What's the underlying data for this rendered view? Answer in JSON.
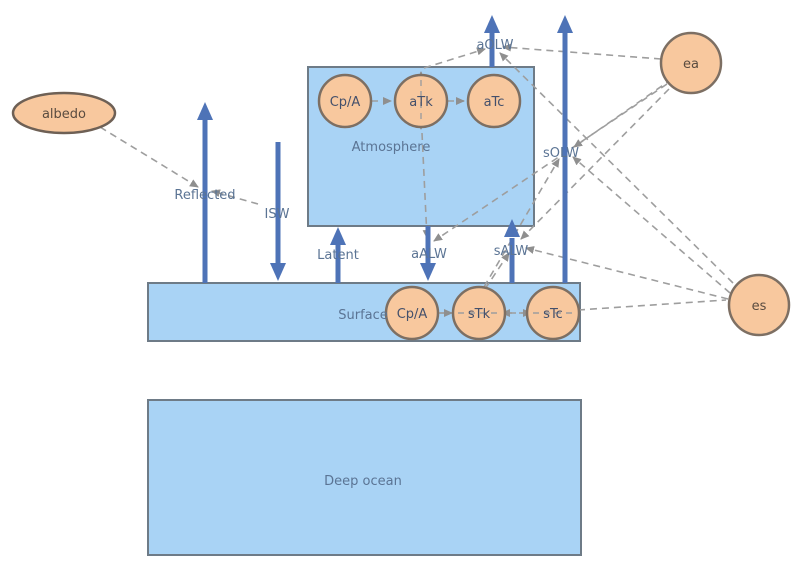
{
  "diagram": {
    "variables": {
      "albedo": {
        "label": "albedo"
      },
      "ea": {
        "label": "ea"
      },
      "es": {
        "label": "es"
      }
    },
    "compartments": {
      "atmosphere": {
        "label": "Atmosphere",
        "nodes": [
          {
            "label": "Cp/A"
          },
          {
            "label": "aTk"
          },
          {
            "label": "aTc"
          }
        ]
      },
      "surface": {
        "label": "Surface",
        "nodes": [
          {
            "label": "Cp/A"
          },
          {
            "label": "sTk"
          },
          {
            "label": "sTc"
          }
        ]
      },
      "deep_ocean": {
        "label": "Deep ocean"
      }
    },
    "flows": {
      "reflected": {
        "label": "Reflected"
      },
      "isw": {
        "label": "ISW"
      },
      "latent": {
        "label": "Latent"
      },
      "aalw": {
        "label": "aALW"
      },
      "salw": {
        "label": "sALW"
      },
      "aolw": {
        "label": "aOLW"
      },
      "solw": {
        "label": "sOLW"
      }
    },
    "colors": {
      "compartment_fill": "#a9d3f5",
      "compartment_border": "#6e7b87",
      "node_fill": "#f8c89e",
      "node_border": "#7d6f63",
      "flow_arrow": "#4e73b7",
      "influence_line": "#9e9e9e",
      "influence_arrowhead": "#8f8f8f",
      "flow_label_text": "#5b7494",
      "node_label_text": "#44506b",
      "variable_label_text": "#5a4c40",
      "background": "#ffffff"
    }
  }
}
